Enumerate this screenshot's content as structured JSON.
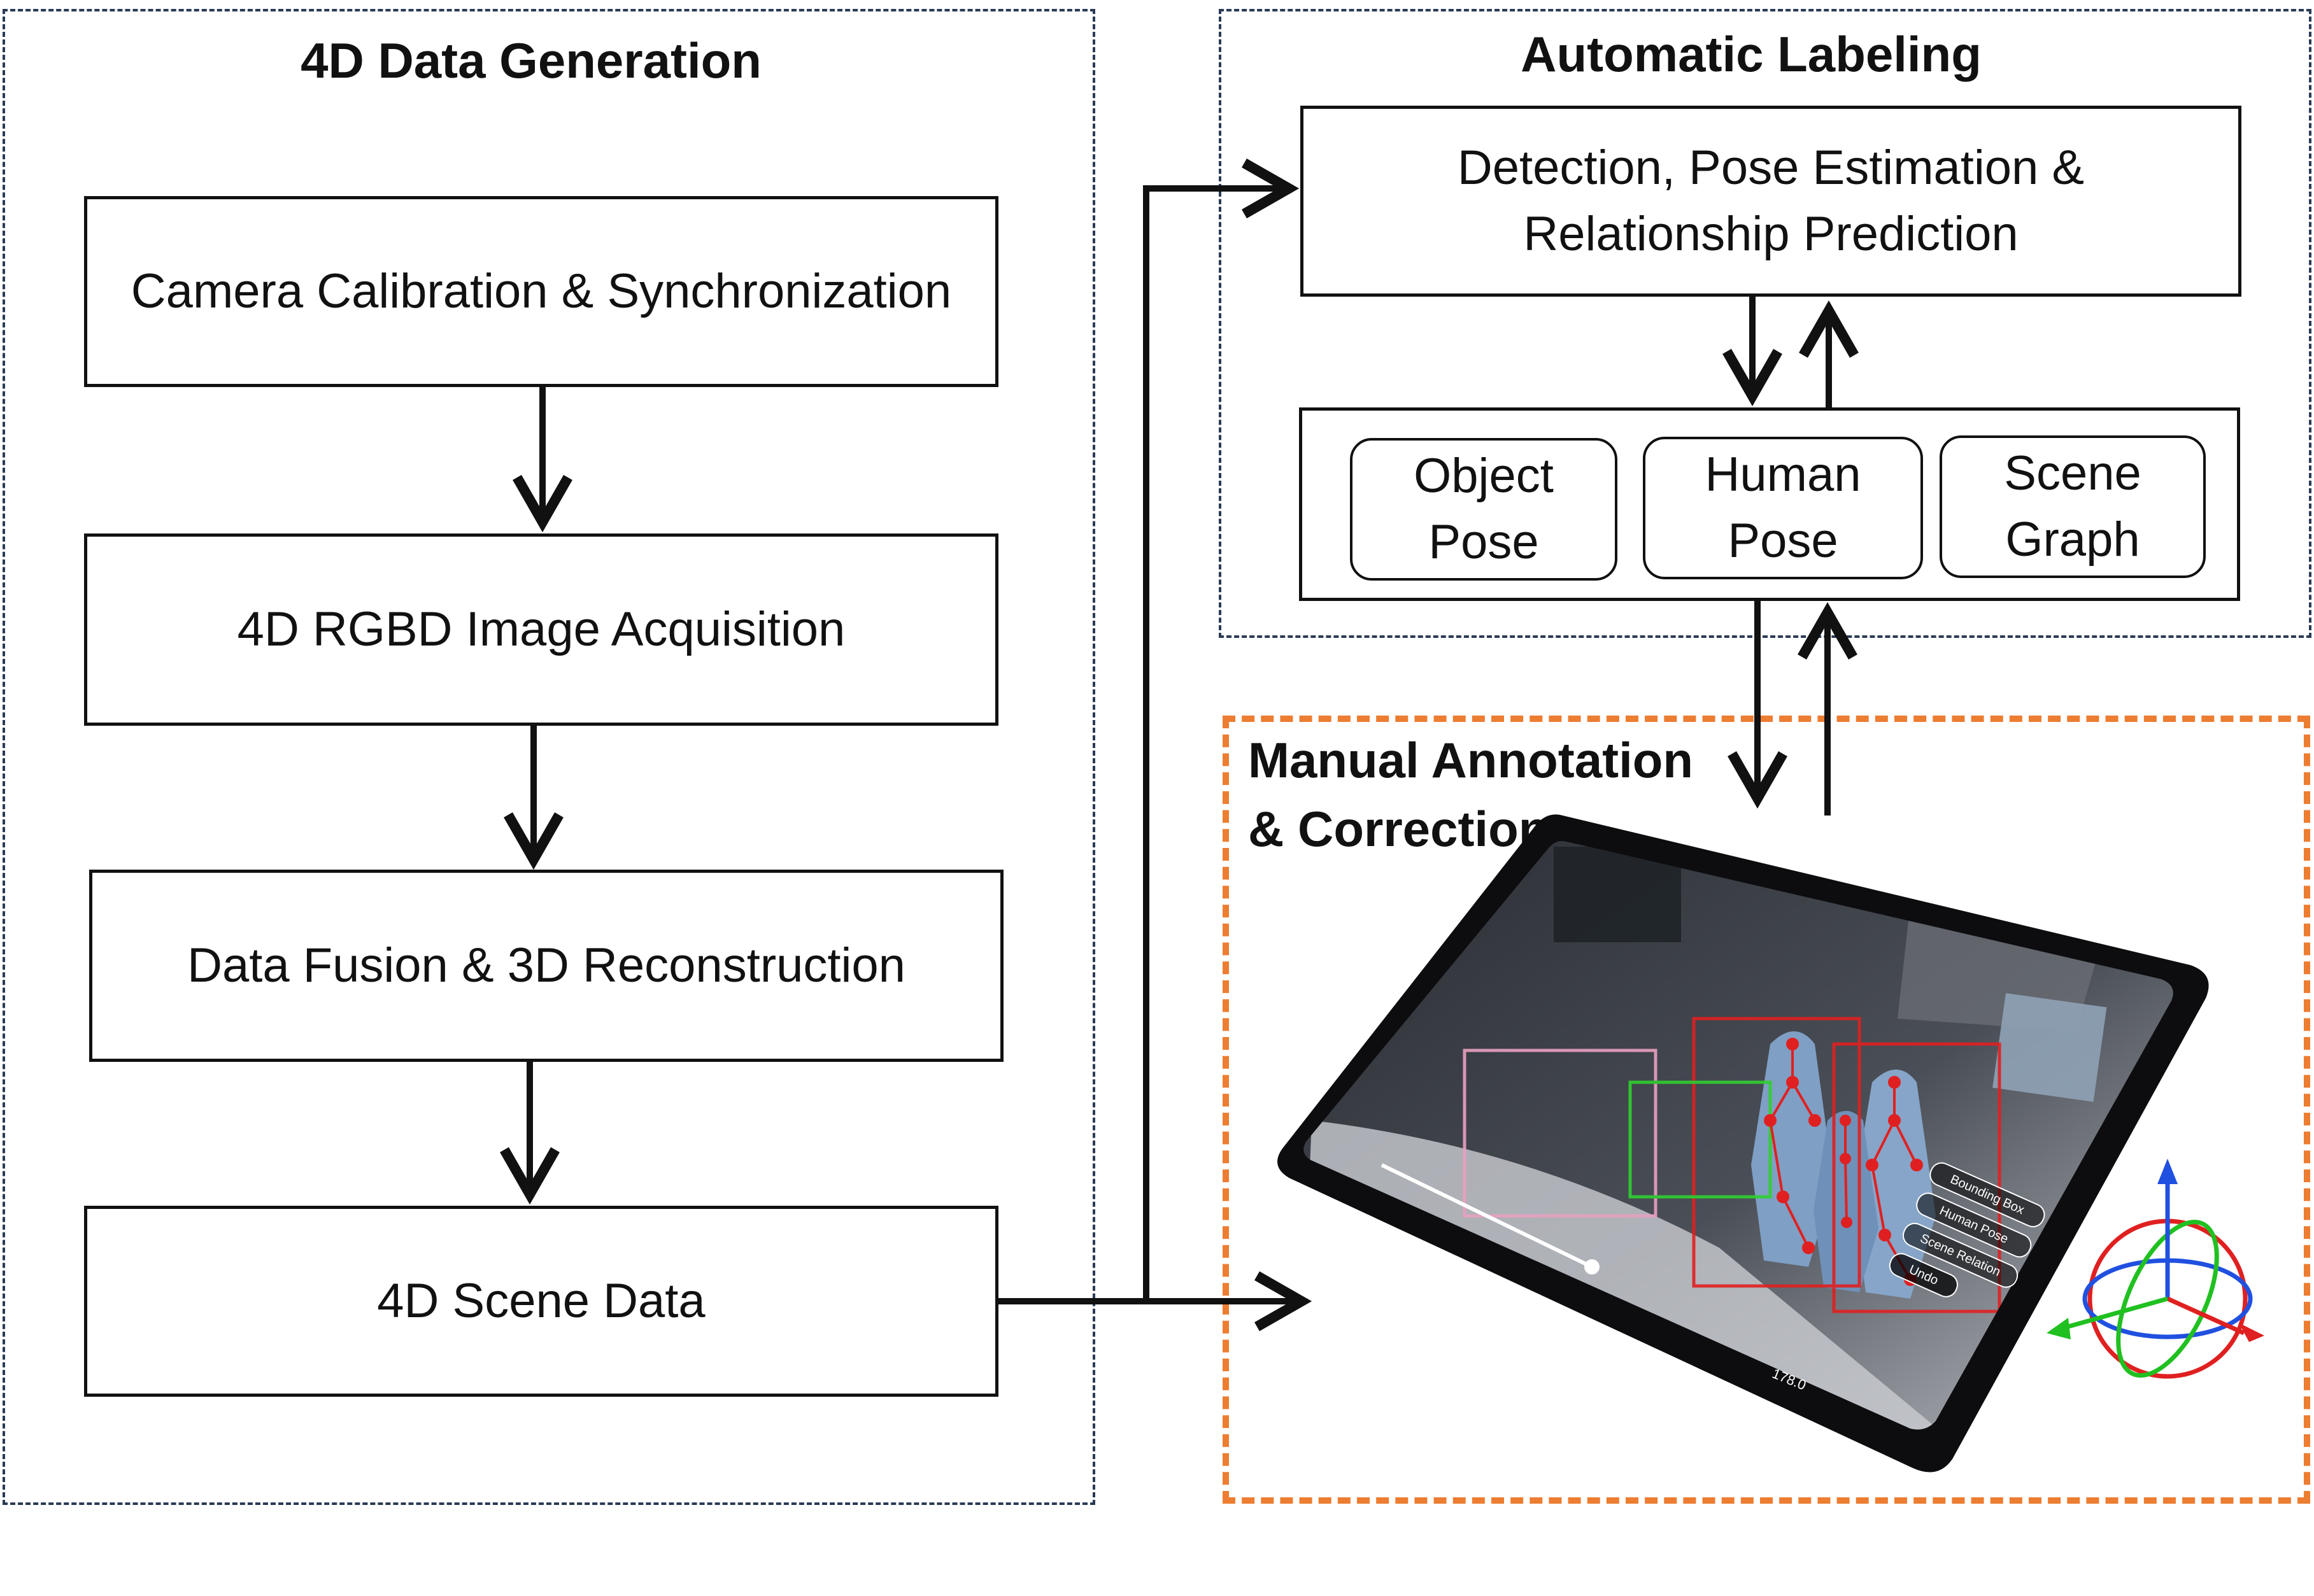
{
  "left_panel": {
    "title": "4D Data Generation",
    "steps": [
      "Camera Calibration & Synchronization",
      "4D RGBD Image Acquisition",
      "Data Fusion & 3D Reconstruction",
      "4D Scene Data"
    ]
  },
  "right_top_panel": {
    "title": "Automatic Labeling",
    "detection_box": "Detection, Pose Estimation &\nRelationship Prediction",
    "outputs": [
      "Object\nPose",
      "Human\nPose",
      "Scene\nGraph"
    ]
  },
  "right_bottom_panel": {
    "title": "Manual Annotation\n& Correction",
    "tablet_ui": {
      "buttons": [
        "Bounding Box",
        "Human Pose",
        "Scene Relation",
        "Undo"
      ],
      "readout": "178.0"
    }
  },
  "colors": {
    "panel_border": "#2b3a55",
    "manual_border": "#ed7d31",
    "arrow": "#111111",
    "skeleton": "#e02020",
    "gizmo_x": "#e02020",
    "gizmo_y": "#20c020",
    "gizmo_z": "#2050e0"
  }
}
